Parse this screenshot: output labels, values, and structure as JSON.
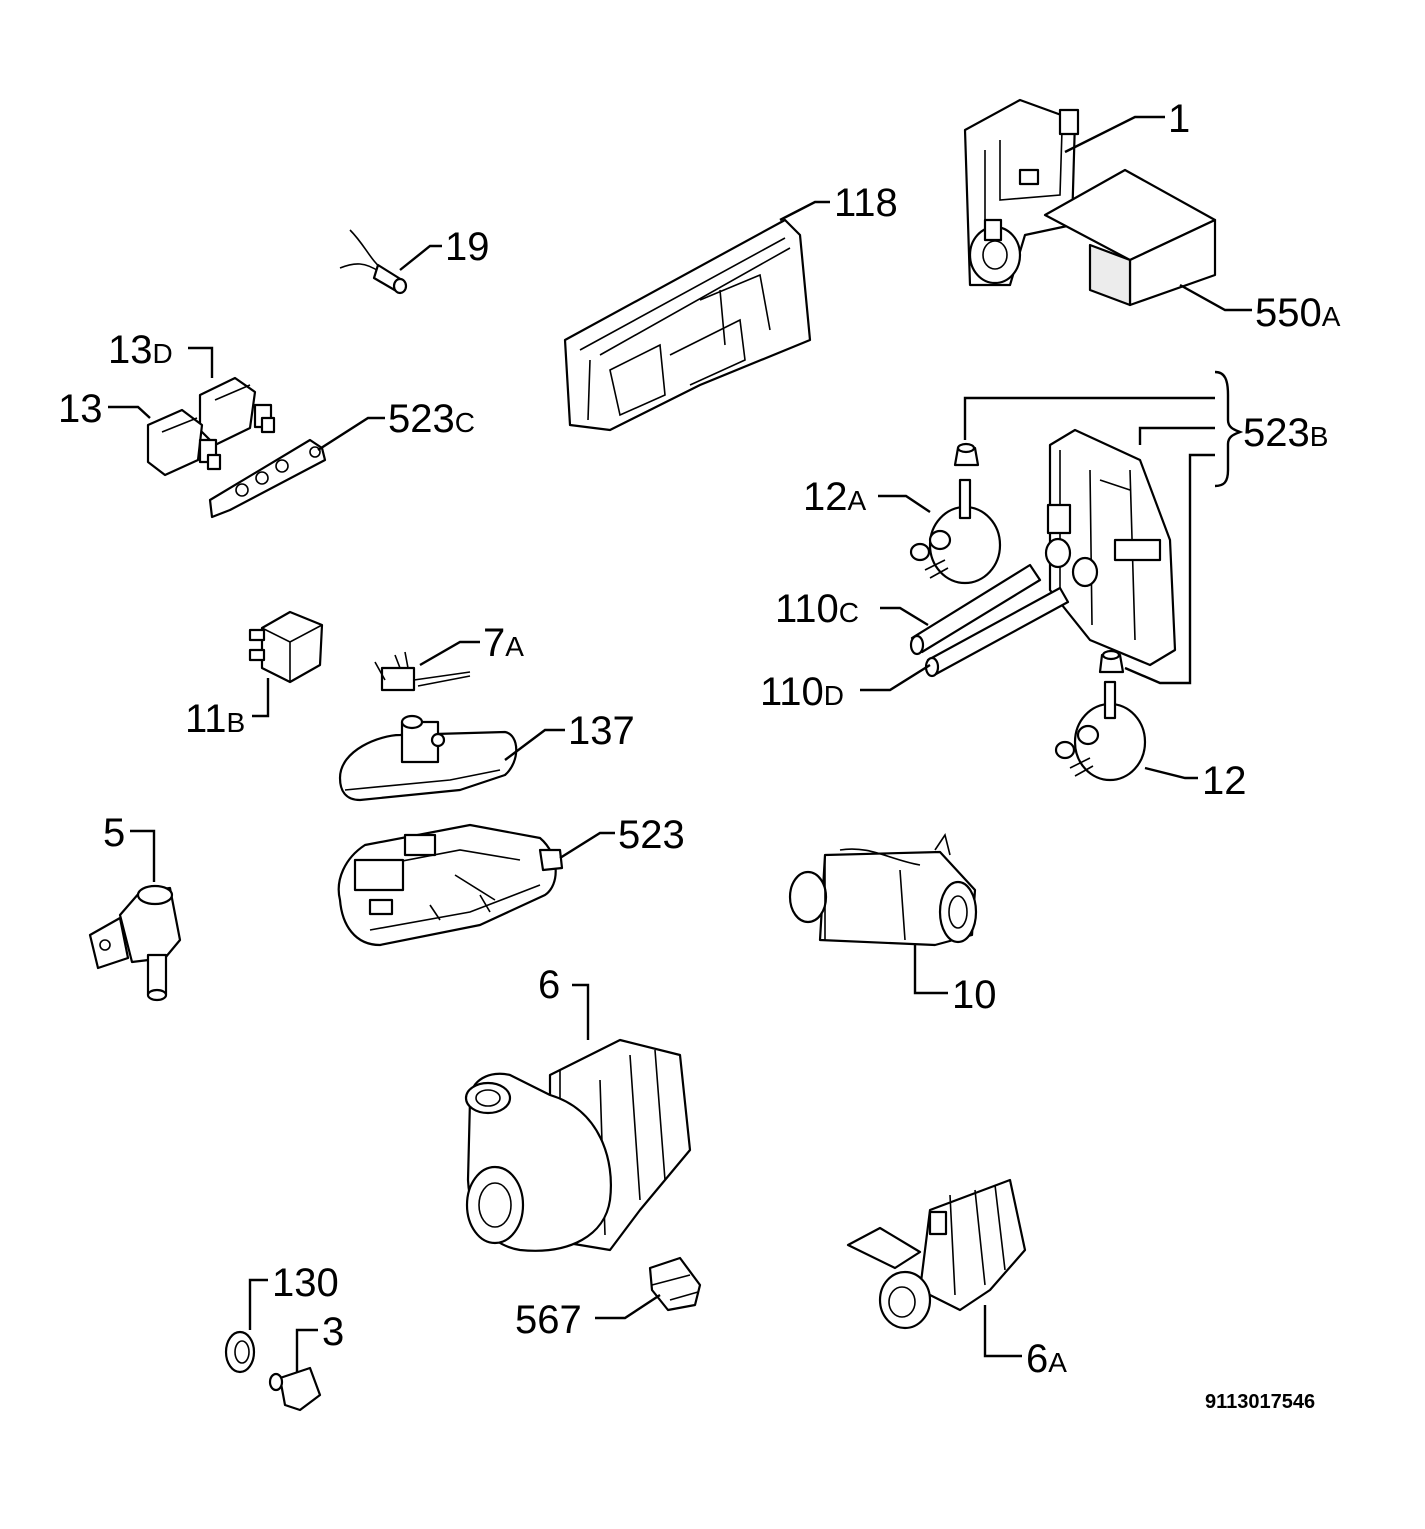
{
  "document_code": "9113017546",
  "labels": {
    "l1": {
      "num": "1",
      "suffix": ""
    },
    "l118": {
      "num": "118",
      "suffix": ""
    },
    "l19": {
      "num": "19",
      "suffix": ""
    },
    "l550a": {
      "num": "550",
      "suffix": "A"
    },
    "l13d": {
      "num": "13",
      "suffix": "D"
    },
    "l13": {
      "num": "13",
      "suffix": ""
    },
    "l523c": {
      "num": "523",
      "suffix": "C"
    },
    "l523b": {
      "num": "523",
      "suffix": "B"
    },
    "l12a": {
      "num": "12",
      "suffix": "A"
    },
    "l110c": {
      "num": "110",
      "suffix": "C"
    },
    "l110d": {
      "num": "110",
      "suffix": "D"
    },
    "l12": {
      "num": "12",
      "suffix": ""
    },
    "l7a": {
      "num": "7",
      "suffix": "A"
    },
    "l11b": {
      "num": "11",
      "suffix": "B"
    },
    "l137": {
      "num": "137",
      "suffix": ""
    },
    "l5": {
      "num": "5",
      "suffix": ""
    },
    "l523": {
      "num": "523",
      "suffix": ""
    },
    "l10": {
      "num": "10",
      "suffix": ""
    },
    "l6": {
      "num": "6",
      "suffix": ""
    },
    "l130": {
      "num": "130",
      "suffix": ""
    },
    "l3": {
      "num": "3",
      "suffix": ""
    },
    "l567": {
      "num": "567",
      "suffix": ""
    },
    "l6a": {
      "num": "6",
      "suffix": "A"
    }
  }
}
